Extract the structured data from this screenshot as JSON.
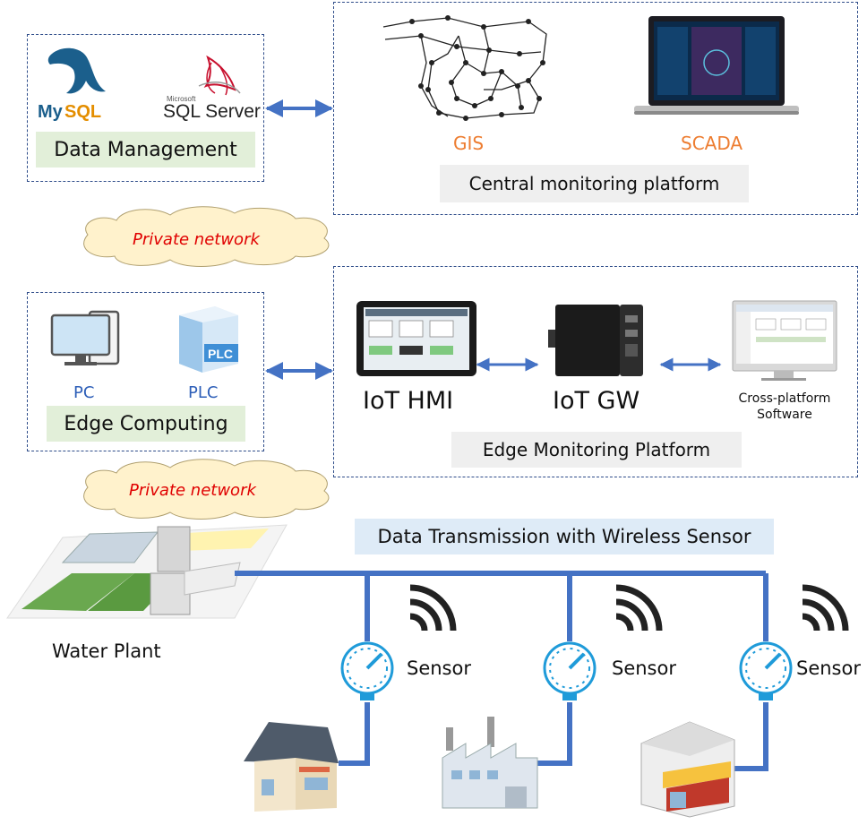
{
  "data_management": {
    "logos": [
      "MySQL",
      "SQL Server"
    ],
    "logo_microsoft": "Microsoft",
    "label": "Data Management"
  },
  "central": {
    "gis_label": "GIS",
    "scada_label": "SCADA",
    "label": "Central monitoring platform"
  },
  "private_network": [
    "Private network",
    "Private network"
  ],
  "edge_computing": {
    "pc_label": "PC",
    "plc_label": "PLC",
    "plc_badge": "PLC",
    "label": "Edge Computing"
  },
  "edge_platform": {
    "hmi_label": "IoT HMI",
    "gw_label": "IoT GW",
    "software_label_line1": "Cross-platform",
    "software_label_line2": "Software",
    "label": "Edge Monitoring Platform"
  },
  "transmission": {
    "label": "Data Transmission with Wireless Sensor",
    "plant_label": "Water Plant",
    "sensor_labels": [
      "Sensor",
      "Sensor",
      "Sensor"
    ]
  },
  "colors": {
    "border": "#2f4d8a",
    "pipe": "#4472c4",
    "arrow": "#4472c4",
    "orange_text": "#ed7d31",
    "cloud_text": "#e00000"
  }
}
